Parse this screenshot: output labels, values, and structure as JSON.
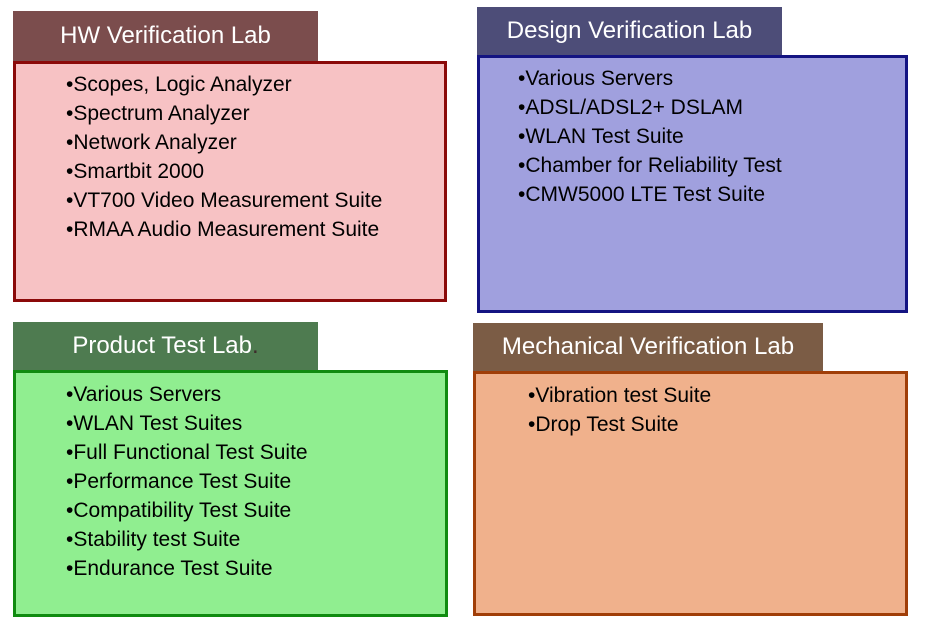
{
  "bullet": "•",
  "page": {
    "background": "#ffffff"
  },
  "labs": [
    {
      "id": "hw-verification-lab",
      "title": "HW Verification Lab",
      "title_suffix": "",
      "items": [
        "Scopes, Logic Analyzer",
        "Spectrum Analyzer",
        "Network Analyzer",
        "Smartbit 2000",
        "VT700 Video Measurement Suite",
        "RMAA Audio Measurement Suite"
      ],
      "colors": {
        "header_bg": "#7B4D4D",
        "header_text": "#FFFFFF",
        "body_bg": "#F7C2C4",
        "body_border": "#8B0909",
        "body_text": "#000000"
      }
    },
    {
      "id": "design-verification-lab",
      "title": "Design Verification Lab",
      "title_suffix": "",
      "items": [
        "Various Servers",
        "ADSL/ADSL2+ DSLAM",
        "WLAN Test Suite",
        "Chamber for Reliability Test",
        "CMW5000 LTE Test Suite"
      ],
      "colors": {
        "header_bg": "#4D4D78",
        "header_text": "#FFFFFF",
        "body_bg": "#A0A0DE",
        "body_border": "#141482",
        "body_text": "#000000"
      }
    },
    {
      "id": "product-test-lab",
      "title": "Product Test Lab",
      "title_suffix": ".",
      "items": [
        "Various Servers",
        "WLAN Test Suites",
        "Full Functional Test Suite",
        "Performance Test Suite",
        "Compatibility Test Suite",
        "Stability test Suite",
        "Endurance Test Suite"
      ],
      "colors": {
        "header_bg": "#4E7B50",
        "header_text": "#FFFFFF",
        "body_bg": "#90EE90",
        "body_border": "#108B10",
        "body_text": "#000000"
      }
    },
    {
      "id": "mechanical-verification-lab",
      "title": "Mechanical Verification Lab",
      "title_suffix": "",
      "items": [
        "Vibration test Suite",
        "Drop Test Suite"
      ],
      "colors": {
        "header_bg": "#7B5C45",
        "header_text": "#FFFFFF",
        "body_bg": "#F0B18C",
        "body_border": "#A03E08",
        "body_text": "#000000"
      }
    }
  ]
}
